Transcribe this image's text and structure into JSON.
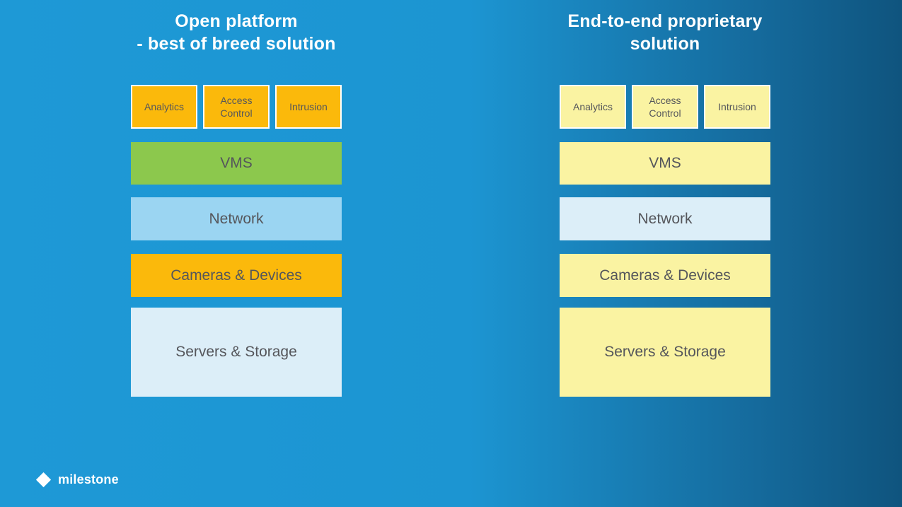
{
  "slide": {
    "background": {
      "gradient_start": "#1E99D6",
      "gradient_end": "#0F547E",
      "direction": "left-to-right"
    }
  },
  "palette": {
    "orange": "#FBB90B",
    "green": "#8CC84D",
    "sky_blue": "#9BD5F2",
    "pale_blue": "#DCEEF8",
    "pale_yellow": "#FAF3A2",
    "box_text": "#55565B",
    "title_text": "#FFFFFF",
    "addon_border": "#FFFFFF"
  },
  "columns": [
    {
      "id": "open-platform",
      "title_line1": "Open platform",
      "title_line2": "- best of breed solution",
      "addons": [
        {
          "label": "Analytics",
          "color": "#FBB90B"
        },
        {
          "label": "Access Control",
          "color": "#FBB90B"
        },
        {
          "label": "Intrusion",
          "color": "#FBB90B"
        }
      ],
      "layers": [
        {
          "label": "VMS",
          "color": "#8CC84D"
        },
        {
          "label": "Network",
          "color": "#9BD5F2"
        },
        {
          "label": "Cameras & Devices",
          "color": "#FBB90B"
        },
        {
          "label": "Servers & Storage",
          "color": "#DCEEF8"
        }
      ]
    },
    {
      "id": "end-to-end-proprietary",
      "title_line1": "End-to-end proprietary",
      "title_line2": "solution",
      "addons": [
        {
          "label": "Analytics",
          "color": "#FAF3A2"
        },
        {
          "label": "Access Control",
          "color": "#FAF3A2"
        },
        {
          "label": "Intrusion",
          "color": "#FAF3A2"
        }
      ],
      "layers": [
        {
          "label": "VMS",
          "color": "#FAF3A2"
        },
        {
          "label": "Network",
          "color": "#DCEEF8"
        },
        {
          "label": "Cameras & Devices",
          "color": "#FAF3A2"
        },
        {
          "label": "Servers & Storage",
          "color": "#FAF3A2"
        }
      ]
    }
  ],
  "footer": {
    "logo_text": "milestone",
    "logo_icon": "diamond-icon",
    "logo_color": "#FFFFFF"
  }
}
